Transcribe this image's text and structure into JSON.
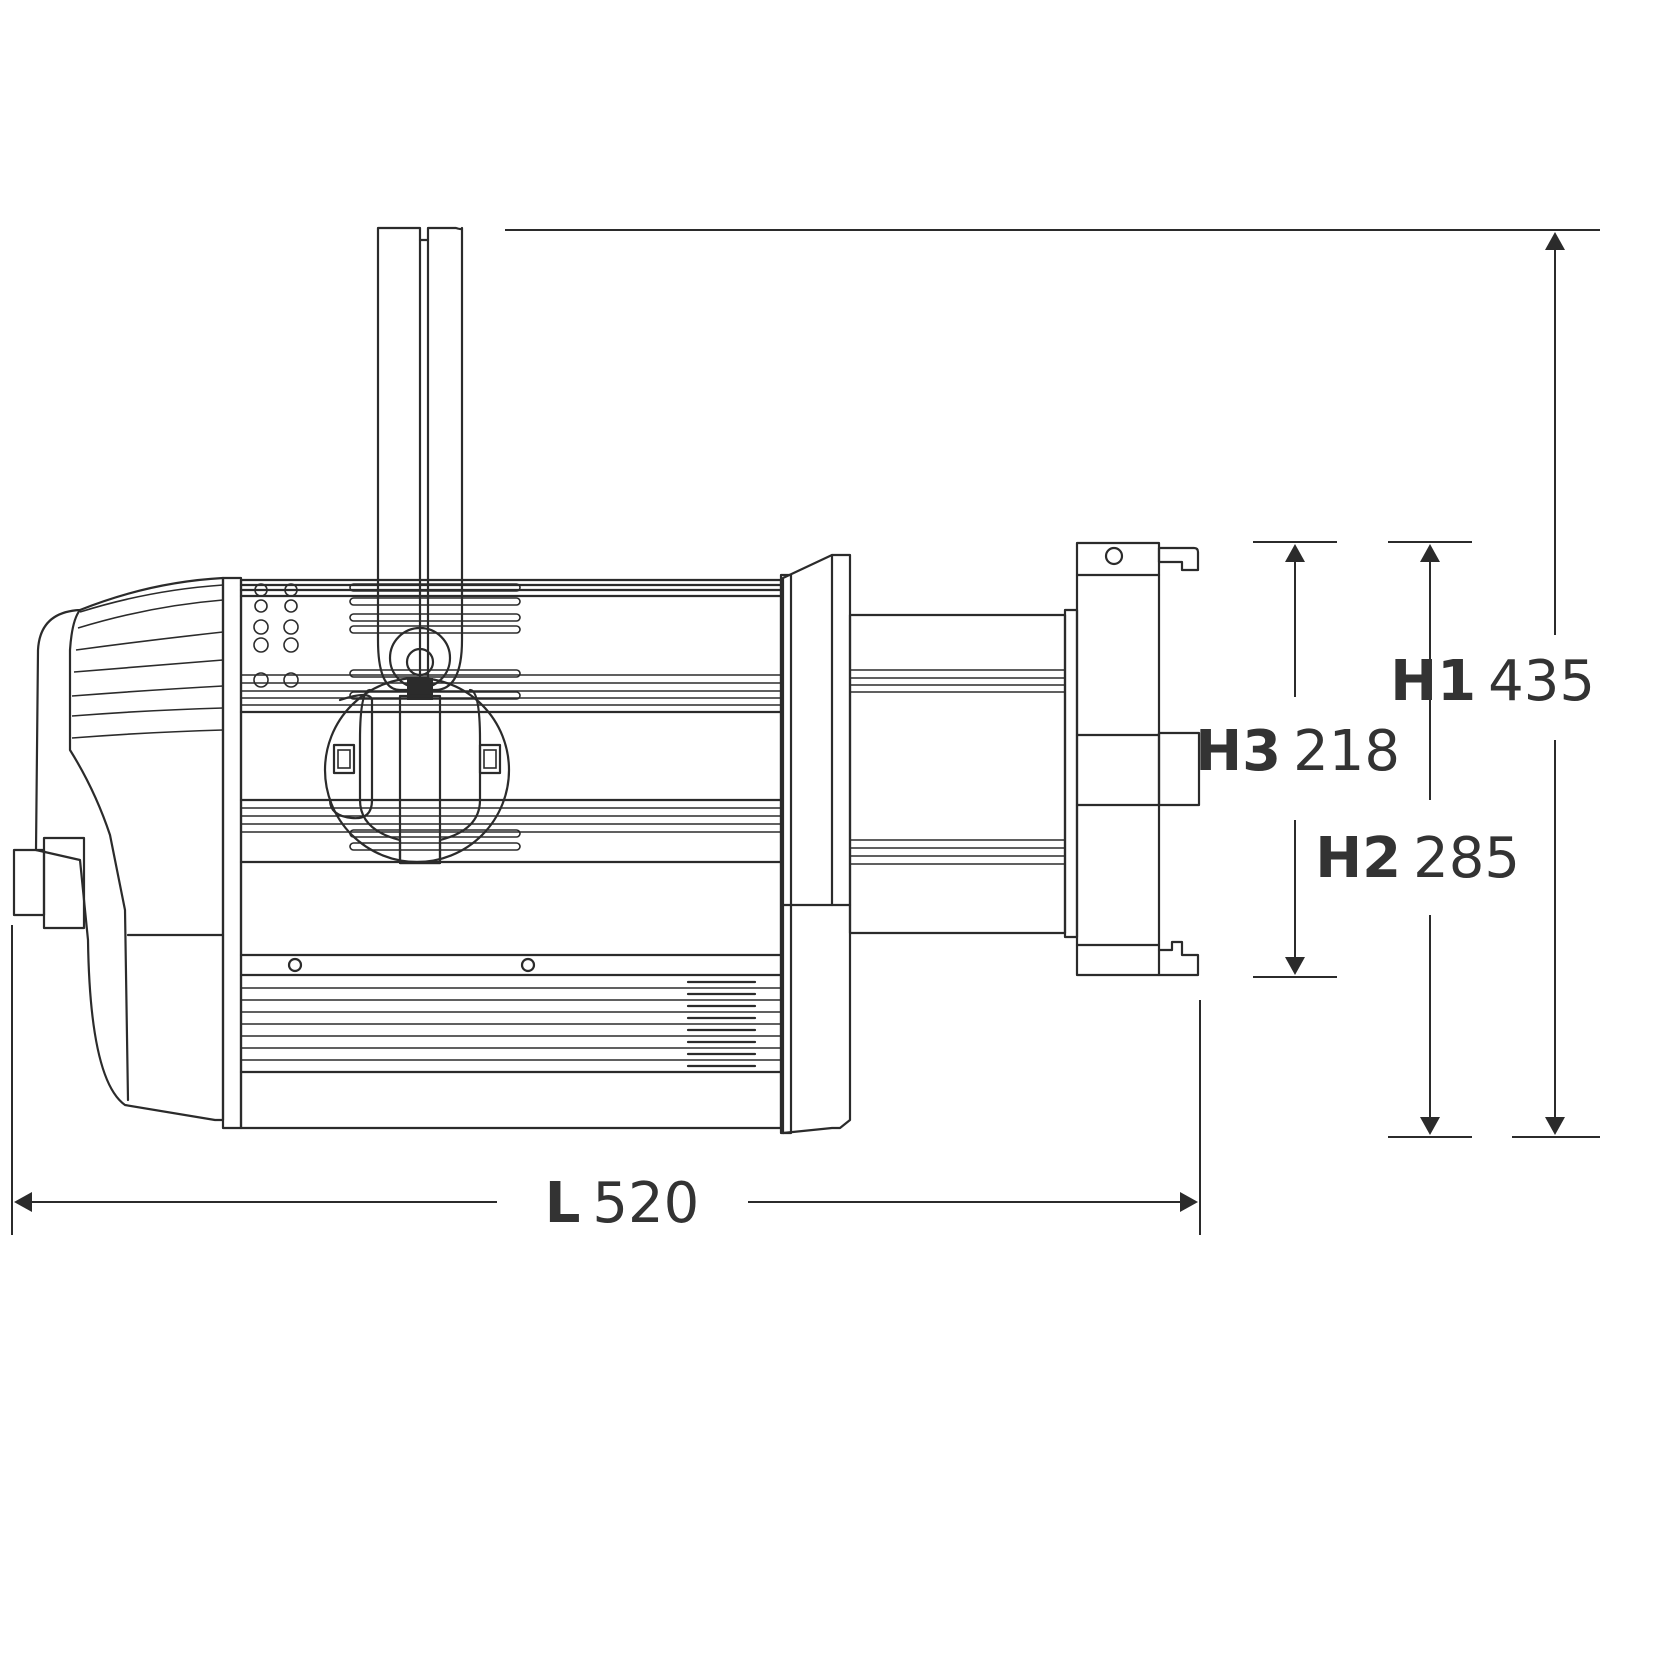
{
  "dimensions": {
    "h1": {
      "code": "H1",
      "value": "435"
    },
    "h2": {
      "code": "H2",
      "value": "285"
    },
    "h3": {
      "code": "H3",
      "value": "218"
    },
    "l": {
      "code": "L",
      "value": "520"
    }
  },
  "colors": {
    "line": "#2b2b2b",
    "text": "#333333",
    "background": "#ffffff"
  }
}
